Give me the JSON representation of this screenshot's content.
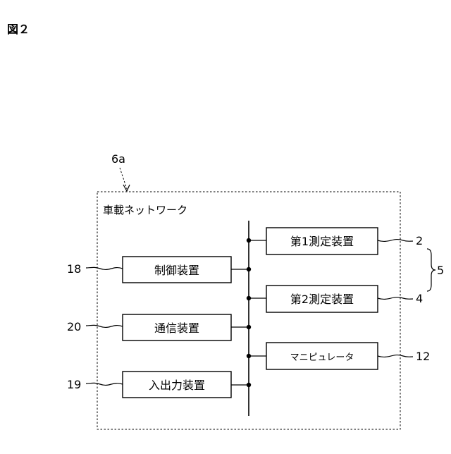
{
  "figure_label": "図２",
  "network": {
    "ref": "6a",
    "title": "車載ネットワーク"
  },
  "left_devices": [
    {
      "label": "制御装置",
      "ref": "18"
    },
    {
      "label": "通信装置",
      "ref": "20"
    },
    {
      "label": "入出力装置",
      "ref": "19"
    }
  ],
  "right_devices": [
    {
      "label": "第1測定装置",
      "ref": "2"
    },
    {
      "label": "第2測定装置",
      "ref": "4"
    },
    {
      "label": "マニピュレータ",
      "ref": "12"
    }
  ],
  "group_ref": "5"
}
